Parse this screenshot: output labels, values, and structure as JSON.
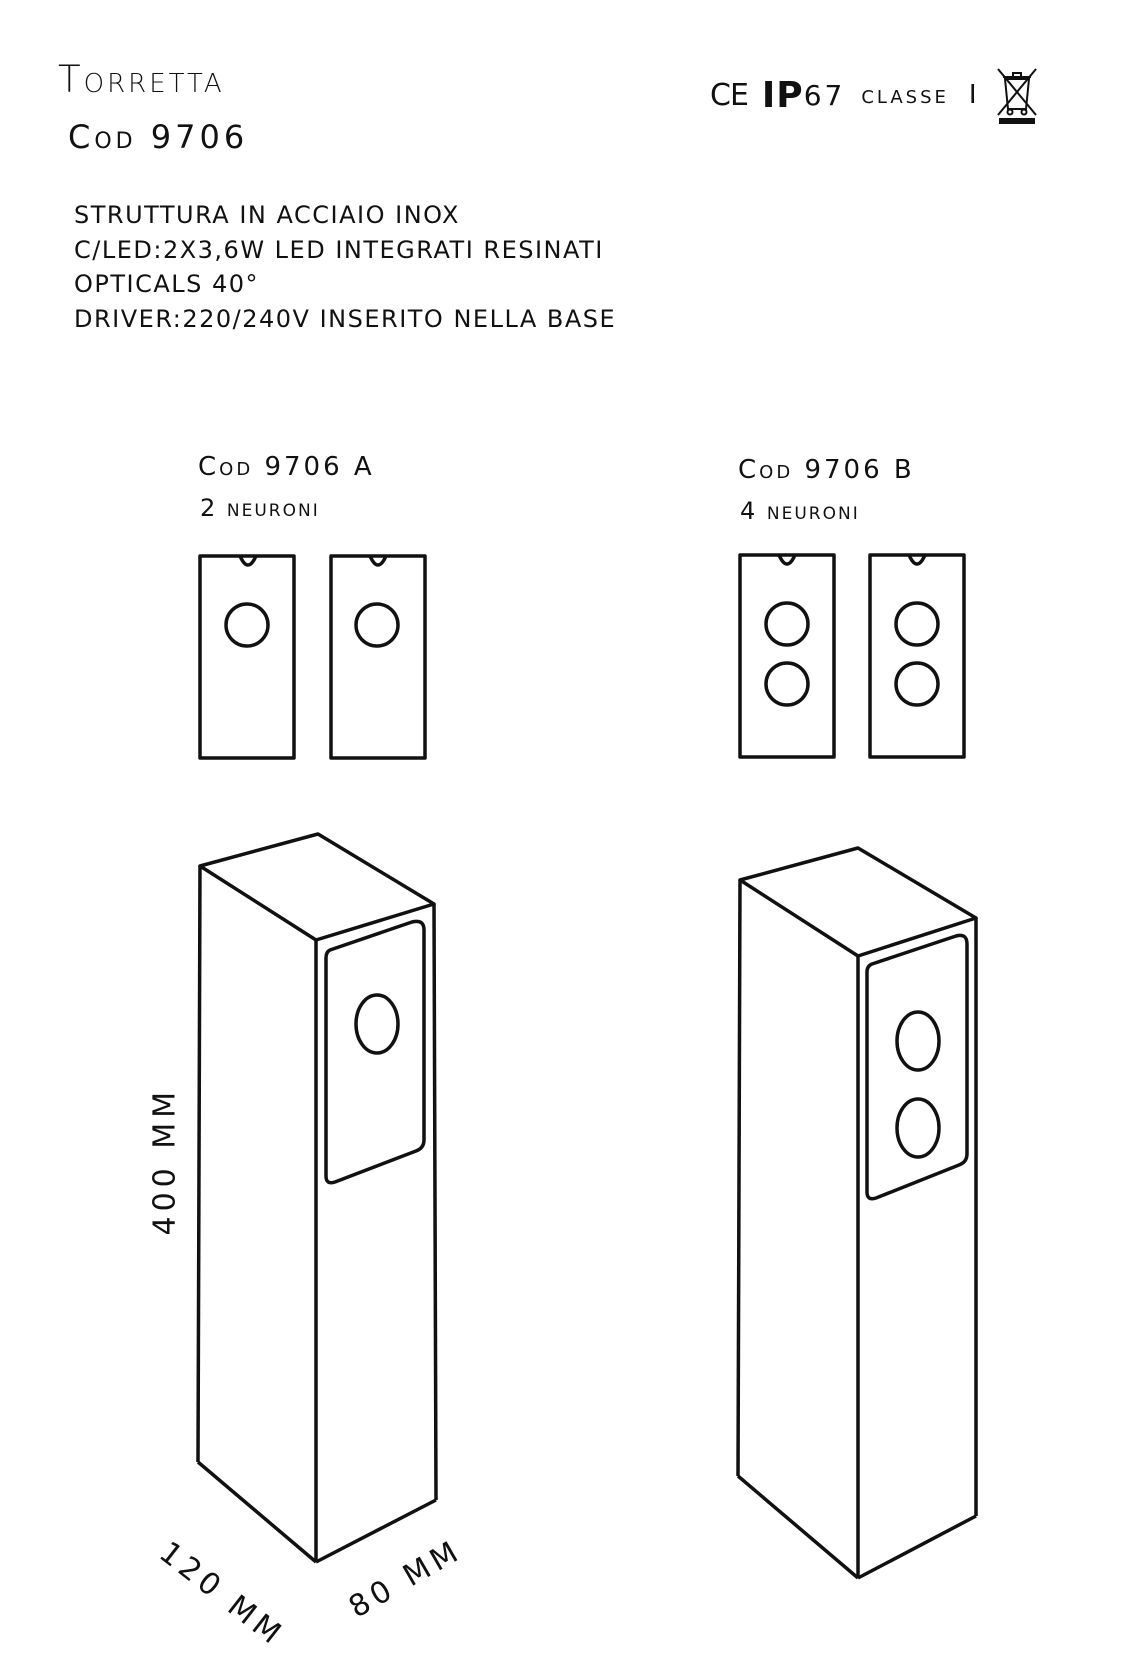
{
  "header": {
    "title": "Torretta",
    "code": "Cod 9706"
  },
  "certifications": {
    "ce": "CE",
    "ip_prefix": "IP",
    "ip_number": "67",
    "class_label": "classe",
    "class_number": "I",
    "weee_icon": "crossed-out-wheelie-bin-icon"
  },
  "specs": [
    "STRUTTURA  IN ACCIAIO INOX",
    "C/LED:2X3,6W LED INTEGRATI RESINATI",
    "OPTICALS 40°",
    "DRIVER:220/240V INSERITO NELLA BASE"
  ],
  "variants": [
    {
      "code": "Cod 9706 A",
      "neurons": "2 neuroni",
      "lens_count": 2
    },
    {
      "code": "Cod 9706 B",
      "neurons": "4 neuroni",
      "lens_count": 4
    }
  ],
  "dimensions": {
    "height": "400 MM",
    "width": "120 MM",
    "depth": "80 MM"
  },
  "colors": {
    "line": "#111111",
    "background": "#ffffff"
  }
}
